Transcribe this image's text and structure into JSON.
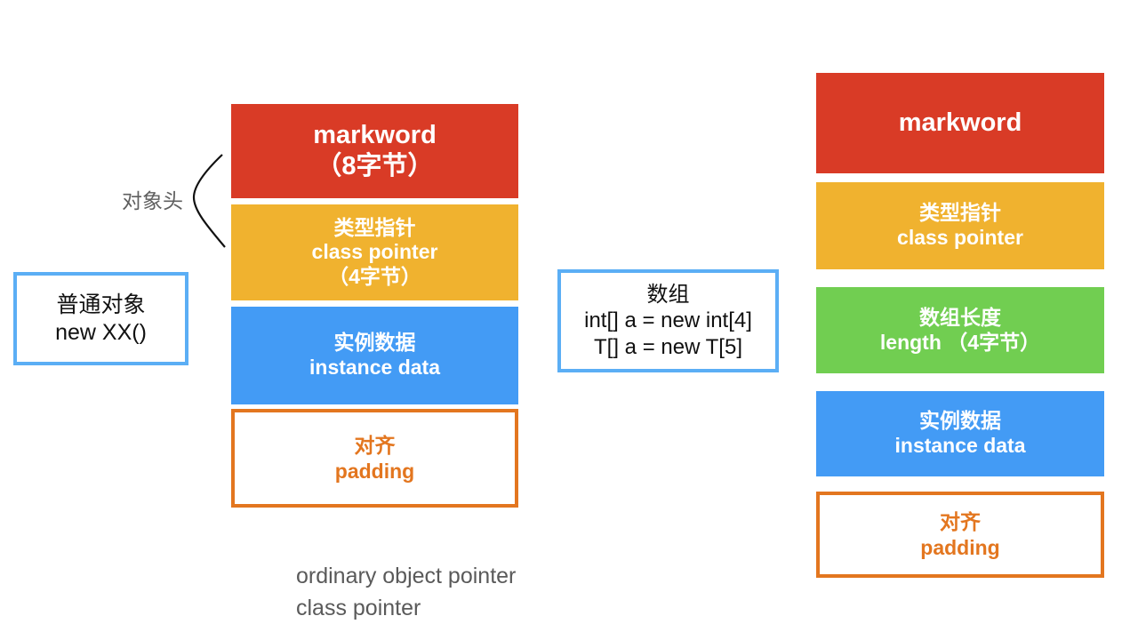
{
  "diagram": {
    "title_caption": {
      "line1": "ordinary object pointer",
      "line2": "class pointer"
    },
    "head_label": "对象头"
  },
  "ordinary_object": {
    "callout": {
      "line1": "普通对象",
      "line2": "new XX()"
    },
    "blocks": [
      {
        "name": "markword",
        "line1": "markword",
        "line2": "（8字节）",
        "color": "#D93B26"
      },
      {
        "name": "class-pointer",
        "line1": "类型指针",
        "line2": "class pointer",
        "line3": "（4字节）",
        "color": "#F0B22F"
      },
      {
        "name": "instance-data",
        "line1": "实例数据",
        "line2": "instance data",
        "color": "#439BF5"
      },
      {
        "name": "padding",
        "line1": "对齐",
        "line2": "padding",
        "color": "#E3761F"
      }
    ]
  },
  "array_object": {
    "callout": {
      "line1": "数组",
      "line2": "int[] a = new int[4]",
      "line3": "T[] a = new T[5]"
    },
    "blocks": [
      {
        "name": "markword",
        "line1": "markword",
        "color": "#D93B26"
      },
      {
        "name": "class-pointer",
        "line1": "类型指针",
        "line2": "class pointer",
        "color": "#F0B22F"
      },
      {
        "name": "array-length",
        "line1": "数组长度",
        "line2": "length （4字节）",
        "color": "#71CE51"
      },
      {
        "name": "instance-data",
        "line1": "实例数据",
        "line2": "instance data",
        "color": "#439BF5"
      },
      {
        "name": "padding",
        "line1": "对齐",
        "line2": "padding",
        "color": "#E3761F"
      }
    ]
  }
}
